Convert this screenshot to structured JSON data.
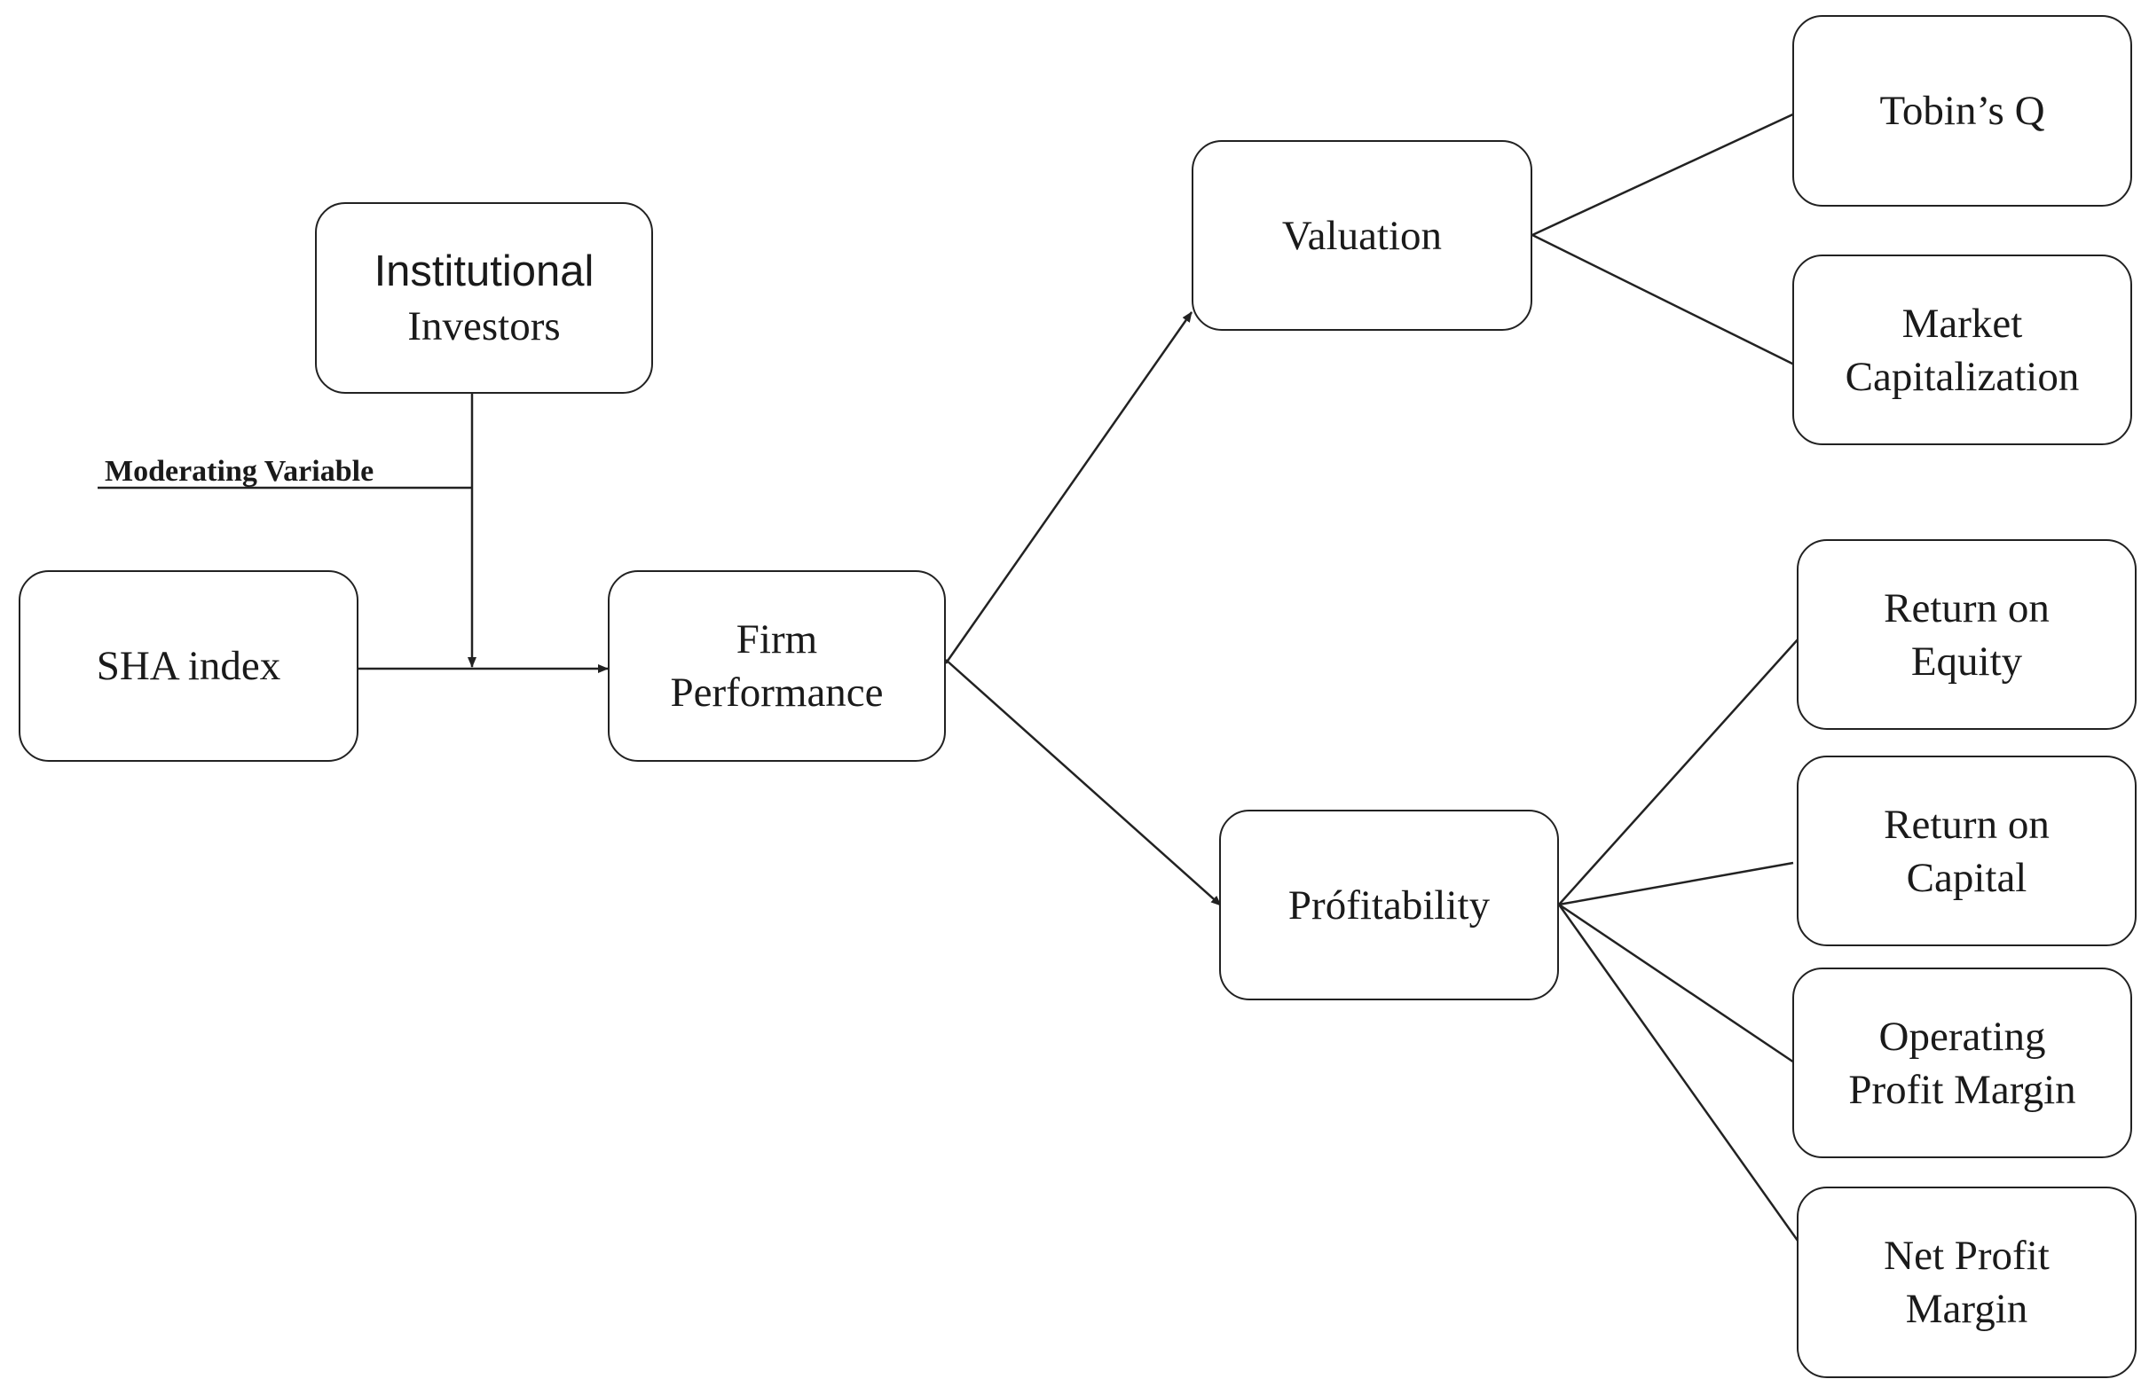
{
  "nodes": {
    "institutional": {
      "line1": "Institutional",
      "line2": "Investors"
    },
    "sha": {
      "line1": "SHA index"
    },
    "firm": {
      "line1": "Firm",
      "line2": "Performance"
    },
    "valuation": {
      "line1": "Valuation"
    },
    "profitability": {
      "line1": "Prófitability"
    },
    "tobins": {
      "line1": "Tobin’s Q"
    },
    "marketcap": {
      "line1": "Market",
      "line2": "Capitalization"
    },
    "roe": {
      "line1": "Return on",
      "line2": "Equity"
    },
    "roc": {
      "line1": "Return on",
      "line2": "Capital"
    },
    "opm": {
      "line1": "Operating",
      "line2": "Profit Margin"
    },
    "npm": {
      "line1": "Net Profit",
      "line2": "Margin"
    }
  },
  "labels": {
    "moderating": "Moderating Variable"
  }
}
